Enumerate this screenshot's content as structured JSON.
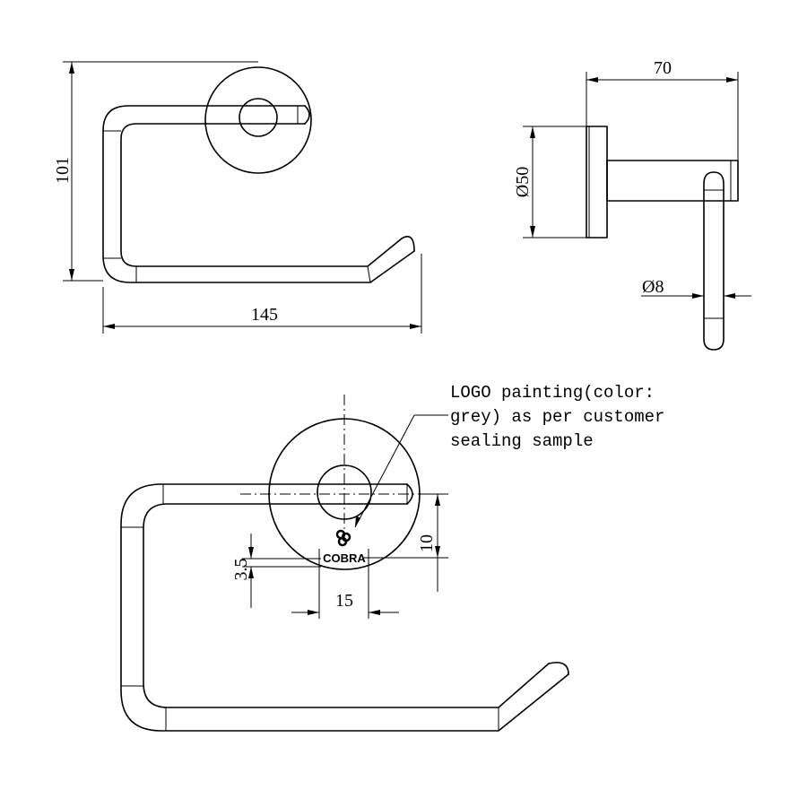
{
  "dimensions": {
    "height": "101",
    "width": "145",
    "depth": "70",
    "rosette_diameter": "Ø50",
    "bar_diameter": "Ø8",
    "logo_offset_vertical": "10",
    "logo_height": "3.5",
    "logo_width": "15"
  },
  "annotation": {
    "line1": "LOGO painting(color:",
    "line2": "grey) as per customer",
    "line3": "sealing sample"
  },
  "logo": {
    "text": "COBRA"
  }
}
